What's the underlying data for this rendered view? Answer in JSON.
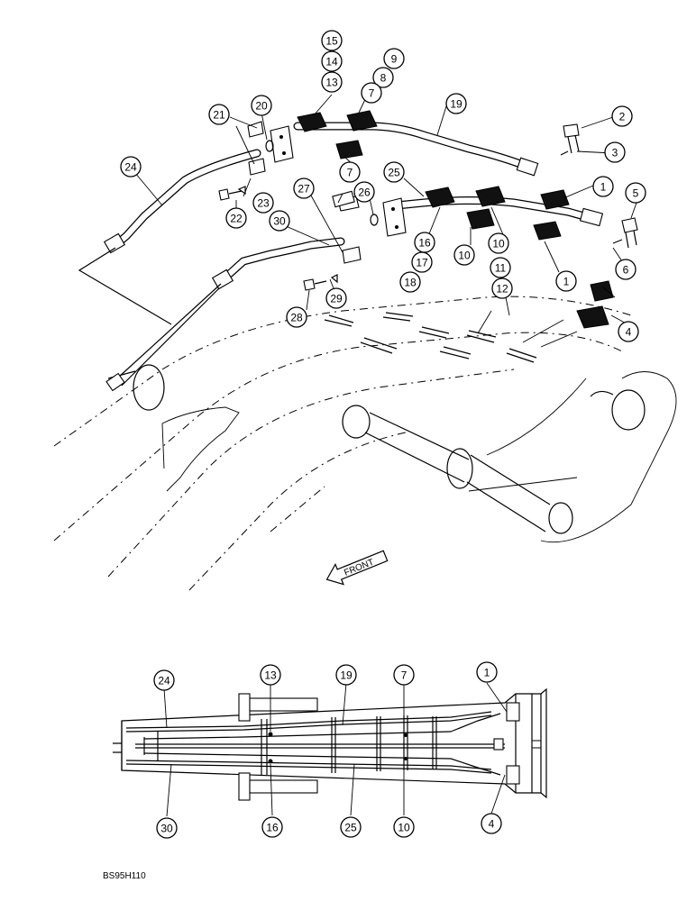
{
  "drawing": {
    "code": "BS95H110",
    "front_label": "FRONT"
  },
  "callouts_top": [
    "15",
    "14",
    "13",
    "9",
    "8",
    "7",
    "19",
    "2",
    "21",
    "20",
    "24",
    "3",
    "7",
    "25",
    "1",
    "27",
    "26",
    "5",
    "23",
    "22",
    "30",
    "16",
    "10",
    "10",
    "17",
    "11",
    "1",
    "6",
    "18",
    "12",
    "28",
    "29",
    "4"
  ],
  "callouts_bottom": [
    "24",
    "13",
    "19",
    "7",
    "1",
    "30",
    "16",
    "25",
    "10",
    "4"
  ]
}
